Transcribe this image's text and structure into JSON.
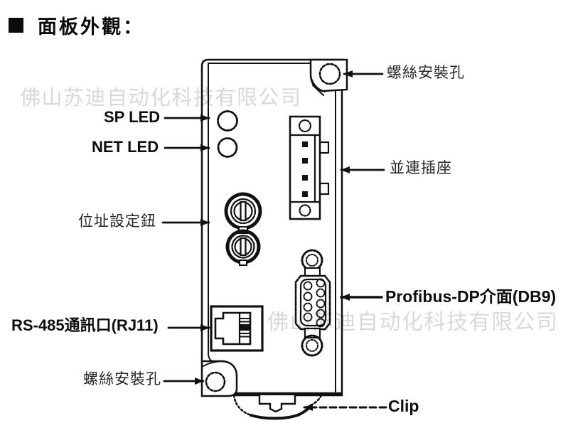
{
  "title": "面板外觀：",
  "watermarks": {
    "top": "佛山苏迪自动化科技有限公司",
    "middle": "佛山苏迪自动化科技有限公司"
  },
  "callouts": {
    "sp_led": "SP LED",
    "net_led": "NET LED",
    "address_knob": "位址設定鈕",
    "rs485": {
      "en1": "RS-485",
      "zh": "通訊口",
      "en2": "(RJ11)"
    },
    "screw_hole_bottom": "螺絲安裝孔",
    "screw_hole_top": "螺絲安裝孔",
    "parallel_socket": "並連插座",
    "profibus": {
      "en1": "Profibus-DP",
      "zh": "介面",
      "en2": "(DB9)"
    },
    "clip": "Clip"
  },
  "colors": {
    "line": "#111111",
    "label_text": "#0e0e0e",
    "watermark": "#d9d9d9",
    "background": "#ffffff"
  }
}
